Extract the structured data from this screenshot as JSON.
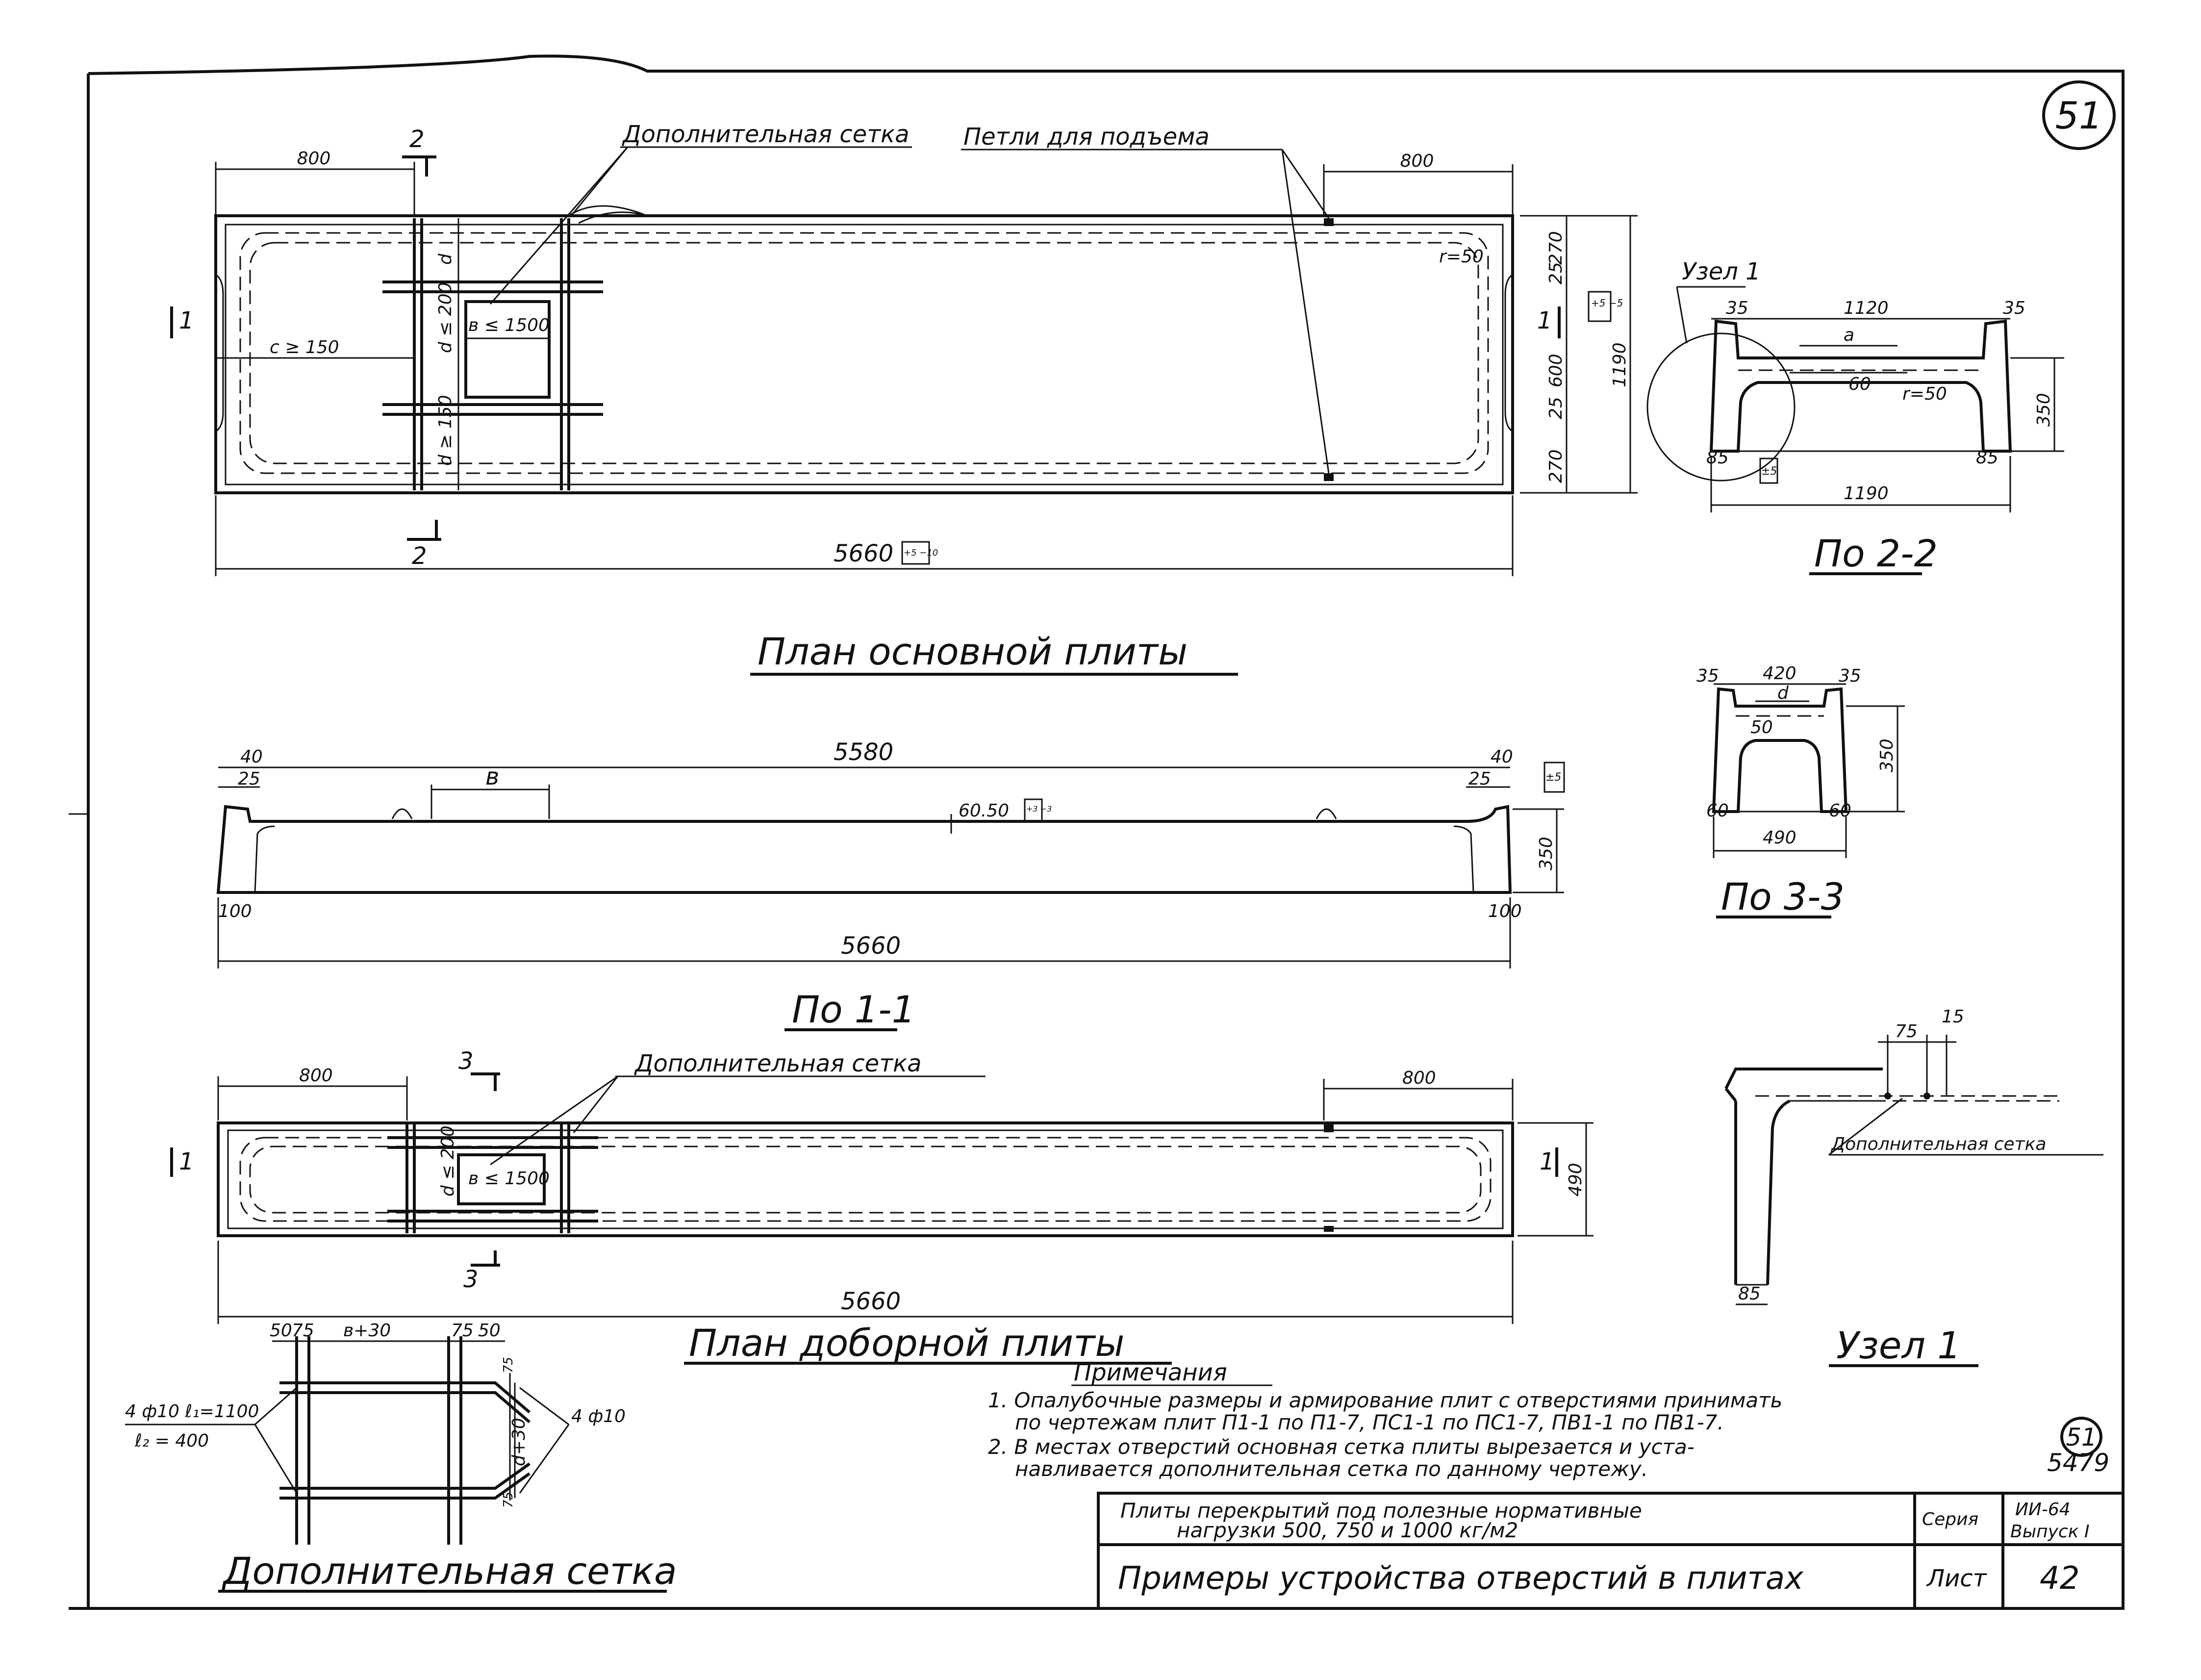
{
  "sheet_number": "51",
  "plan_main": {
    "title": "План основной плиты",
    "label_extra_mesh": "Дополнительная сетка",
    "label_lift_loops": "Петли для подъема",
    "dim_800_left": "800",
    "dim_800_right": "800",
    "dim_c": "с ≥ 150",
    "dim_b": "в ≤ 1500",
    "dim_d_top": "d",
    "dim_d_200": "d ≤ 200",
    "dim_d_150": "d ≥ 150",
    "dim_r": "r=50",
    "dim_total": "5660",
    "dim_total_tol": "+5 −10",
    "dim_25a": "25",
    "dim_270a": "270",
    "dim_600": "600",
    "dim_25b": "25",
    "dim_270b": "270",
    "dim_1190": "1190",
    "dim_1190_tol": "+5 −5",
    "section_1": "1",
    "section_2": "2"
  },
  "section_11": {
    "title": "По 1-1",
    "dim_5580": "5580",
    "dim_40a": "40",
    "dim_40b": "40",
    "dim_25a": "25",
    "dim_25b": "25",
    "dim_b": "в",
    "dim_6050": "60.50",
    "dim_6050_tol": "+3 −3",
    "dim_350": "350",
    "dim_350_tol": "±5",
    "dim_100a": "100",
    "dim_100b": "100",
    "dim_5660": "5660"
  },
  "section_22": {
    "title": "По 2-2",
    "node_label": "Узел 1",
    "dim_35a": "35",
    "dim_1120": "1120",
    "dim_35b": "35",
    "dim_a": "а",
    "dim_60": "60",
    "dim_r": "r=50",
    "dim_350": "350",
    "dim_85a": "85",
    "dim_85b": "85",
    "dim_1190": "1190",
    "dim_tol": "±5"
  },
  "section_33": {
    "title": "По 3-3",
    "dim_35a": "35",
    "dim_420": "420",
    "dim_35b": "35",
    "dim_d": "d",
    "dim_50": "50",
    "dim_350": "350",
    "dim_60a": "60",
    "dim_60b": "60",
    "dim_490": "490"
  },
  "plan_extra": {
    "title": "План доборной плиты",
    "label_extra_mesh": "Дополнительная сетка",
    "dim_800_left": "800",
    "dim_800_right": "800",
    "dim_d": "d ≤ 200",
    "dim_b": "в ≤ 1500",
    "dim_490": "490",
    "dim_5660": "5660",
    "section_1": "1",
    "section_3": "3"
  },
  "node_1": {
    "title": "Узел 1",
    "label_extra_mesh": "Дополнительная сетка",
    "dim_75": "75",
    "dim_15": "15",
    "dim_85": "85"
  },
  "mesh_detail": {
    "title": "Дополнительная сетка",
    "dim_50a": "50",
    "dim_75a": "75",
    "dim_b30": "в+30",
    "dim_75b": "75",
    "dim_50b": "50",
    "rebar_left": "4 ф10 ℓ₁=1100",
    "rebar_left_2": "ℓ₂ = 400",
    "rebar_right": "4 ф10",
    "dim_d30": "d+30",
    "dim_75c": "75",
    "dim_75d": "75"
  },
  "notes": {
    "heading": "Примечания",
    "line1": "1. Опалубочные размеры и армирование плит с отверстиями принимать",
    "line2": "по чертежам плит П1-1 по П1-7, ПС1-1 по ПС1-7, ПВ1-1 по ПВ1-7.",
    "line3": "2. В местах отверстий основная сетка плиты вырезается и уста-",
    "line4": "навливается дополнительная сетка по данному чертежу."
  },
  "title_block": {
    "stamp_num": "51",
    "stamp_code": "5479",
    "description_1": "Плиты перекрытий под полезные нормативные",
    "description_2": "нагрузки 500, 750 и 1000 кг/м2",
    "series_label": "Серия",
    "series_value": "ИИ-64",
    "issue_value": "Выпуск I",
    "subject": "Примеры устройства отверстий в плитах",
    "sheet_label": "Лист",
    "sheet_value": "42"
  }
}
